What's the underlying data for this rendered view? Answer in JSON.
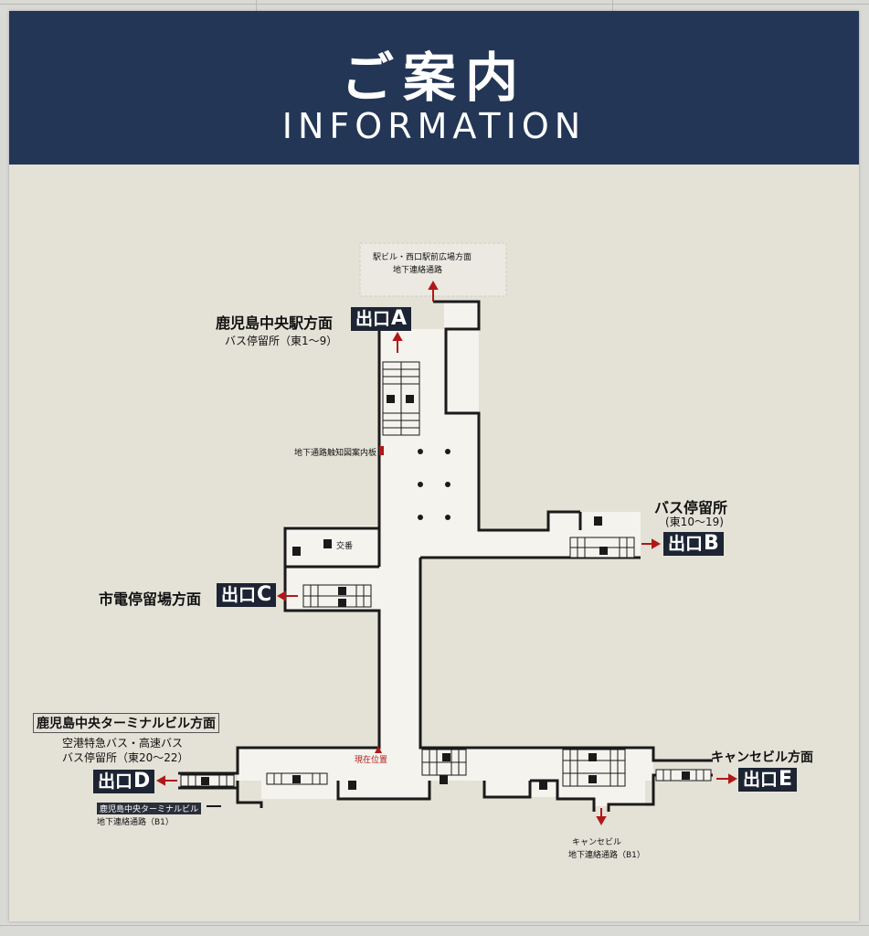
{
  "header": {
    "title_jp": "ご案内",
    "title_en": "INFORMATION"
  },
  "labels": {
    "west_plaza_line1": "駅ビル・西口駅前広場方面",
    "west_plaza_line2": "地下連絡通路",
    "exit_a_direction": "鹿児島中央駅方面",
    "exit_a_bus": "バス停留所（東1～9）",
    "tactile_map": "地下通路触知図案内板",
    "police_box": "交番",
    "exit_b_direction": "バス停留所",
    "exit_b_sub": "(東10～19)",
    "exit_c_direction": "市電停留場方面",
    "exit_d_direction": "鹿児島中央ターミナルビル方面",
    "exit_d_bus_line1": "空港特急バス・高速バス",
    "exit_d_bus_line2": "バス停留所（東20～22）",
    "terminal_tag": "鹿児島中央ターミナルビル",
    "terminal_passage": "地下連絡通路（B1）",
    "current_position": "現在位置",
    "exit_e_direction": "キャンセビル方面",
    "cancebill_line1": "キャンセビル",
    "cancebill_line2": "地下連絡通路（B1）"
  },
  "exits": {
    "a": {
      "prefix": "出口",
      "letter": "A"
    },
    "b": {
      "prefix": "出口",
      "letter": "B"
    },
    "c": {
      "prefix": "出口",
      "letter": "C"
    },
    "d": {
      "prefix": "出口",
      "letter": "D"
    },
    "e": {
      "prefix": "出口",
      "letter": "E"
    }
  },
  "colors": {
    "header": "#233656",
    "board": "#e4e2d7",
    "corridor": "#f4f3ee",
    "outline": "#1a1a1a",
    "arrow": "#b01818",
    "exit_badge": "#1d2433"
  }
}
